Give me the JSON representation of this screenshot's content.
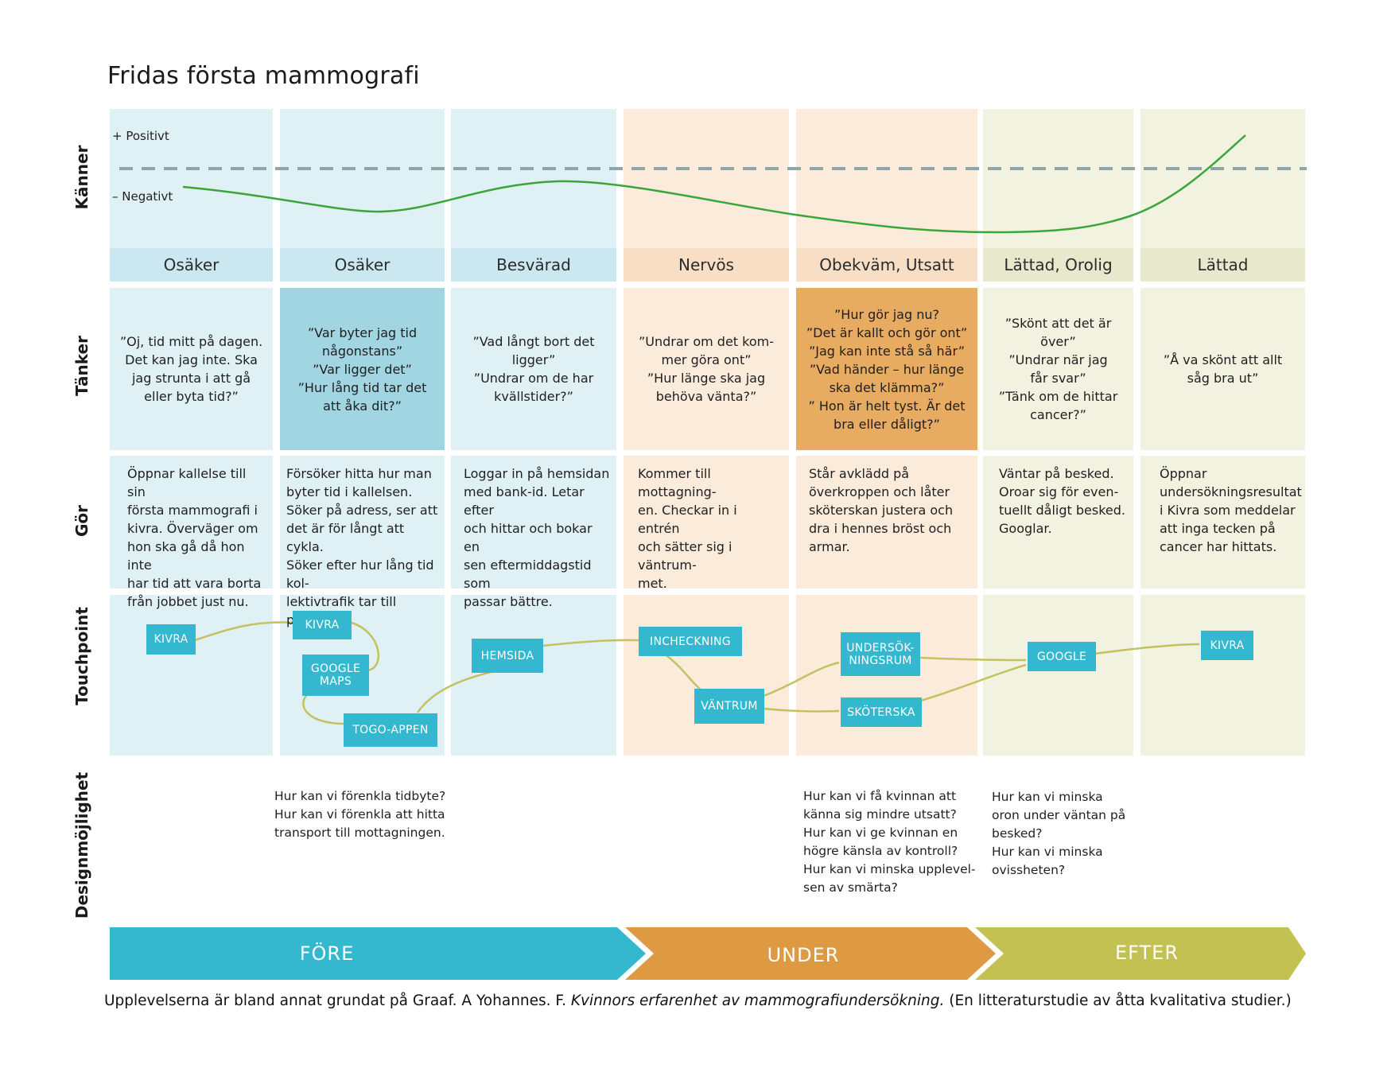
{
  "title": "Fridas första mammografi",
  "rows": {
    "kanner": "Känner",
    "tankar": "Tänker",
    "gor": "Gör",
    "touchpoint": "Touchpoint",
    "design": "Designmöjlighet"
  },
  "scale": {
    "positive": "+ Positivt",
    "negative": "– Negativt"
  },
  "colors": {
    "before_light": "#e0f1f6",
    "before_band": "#cbe8f1",
    "before_highlight": "#a2d5e2",
    "during_light": "#faebdb",
    "during_band": "#f7dec5",
    "during_highlight": "#e8ab62",
    "after_light": "#f1f2df",
    "after_band": "#e8e9cc",
    "chip": "#33b8cf",
    "curve": "#3aa63a",
    "touch_line": "#c3c161",
    "arrow_fore": "#33b8cf",
    "arrow_under": "#dd9a43",
    "arrow_efter": "#c2c152"
  },
  "emotions": [
    "Osäker",
    "Osäker",
    "Besvärad",
    "Nervös",
    "Obekväm, Utsatt",
    "Lättad, Orolig",
    "Lättad"
  ],
  "thoughts": [
    [
      "”Oj, tid mitt på dagen.",
      "Det kan jag inte. Ska",
      "jag strunta i att gå",
      "eller byta tid?”"
    ],
    [
      "”Var byter jag tid",
      "någonstans”",
      "”Var ligger det”",
      "”Hur lång tid tar det",
      "att åka dit?”"
    ],
    [
      "”Vad långt bort det",
      "ligger”",
      "”Undrar om de har",
      "kvällstider?”"
    ],
    [
      "”Undrar om det kom-",
      "mer göra ont”",
      "”Hur länge ska jag",
      "behöva vänta?”"
    ],
    [
      "”Hur gör jag nu?",
      "”Det är kallt och gör ont”",
      "”Jag kan inte stå så här”",
      "”Vad händer – hur länge",
      "ska det klämma?”",
      "” Hon är helt tyst. Är det",
      "bra eller dåligt?”"
    ],
    [
      "”Skönt att det är",
      "över”",
      "”Undrar när jag",
      "får svar”",
      "”Tänk om de hittar",
      "cancer?”"
    ],
    [
      "”Å va skönt att allt",
      "såg bra ut”"
    ]
  ],
  "doings": [
    [
      "Öppnar kallelse till sin",
      "första mammografi i",
      "kivra. Överväger om",
      "hon ska gå då hon inte",
      "har tid att vara borta",
      "från jobbet just nu."
    ],
    [
      "Försöker hitta hur man",
      "byter tid i kallelsen.",
      "Söker på adress, ser att",
      "det är för långt att cykla.",
      "Söker efter hur lång tid kol-",
      "lektivtrafik tar till platsen."
    ],
    [
      "Loggar in på hemsidan",
      "med bank-id. Letar efter",
      "och hittar och bokar en",
      "sen eftermiddagstid som",
      "passar bättre."
    ],
    [
      "Kommer till mottagning-",
      "en. Checkar in i entrén",
      "och sätter sig i  väntrum-",
      "met."
    ],
    [
      "Står avklädd på",
      "överkroppen och låter",
      "sköterskan justera och",
      "dra i hennes bröst och",
      "armar."
    ],
    [
      "Väntar på besked.",
      "Oroar sig för even-",
      "tuellt dåligt besked.",
      "Googlar."
    ],
    [
      "Öppnar",
      "undersökningsresultat",
      "i Kivra som meddelar",
      "att inga tecken på",
      "cancer har hittats."
    ]
  ],
  "touchpoints": [
    [
      "KIVRA"
    ],
    [
      "KIVRA"
    ],
    [
      "GOOGLE",
      "MAPS"
    ],
    [
      "TOGO-APPEN"
    ],
    [
      "HEMSIDA"
    ],
    [
      "INCHECKNING"
    ],
    [
      "VÄNTRUM"
    ],
    [
      "UNDERSÖK-",
      "NINGSRUM"
    ],
    [
      "SKÖTERSKA"
    ],
    [
      "GOOGLE"
    ],
    [
      "KIVRA"
    ]
  ],
  "design_opportunities": [
    [
      "Hur kan vi förenkla tidbyte?",
      "Hur kan vi förenkla att hitta",
      "transport till mottagningen."
    ],
    [
      "Hur kan vi få kvinnan att",
      "känna sig mindre utsatt?",
      "Hur kan vi ge kvinnan en",
      "högre känsla av kontroll?",
      "Hur kan vi minska upplevel-",
      "sen av smärta?"
    ],
    [
      "Hur kan vi minska",
      "oron under väntan på",
      "besked?",
      "Hur kan vi minska",
      "ovissheten?"
    ]
  ],
  "phases": [
    "FÖRE",
    "UNDER",
    "EFTER"
  ],
  "citation": {
    "prefix": "Upplevelserna är bland annat grundat på  Graaf. A Yohannes. F. ",
    "italic": "Kvinnors erfarenhet av mammografiundersökning.",
    "suffix": " (En litteraturstudie av åtta kvalitativa studier.)"
  }
}
